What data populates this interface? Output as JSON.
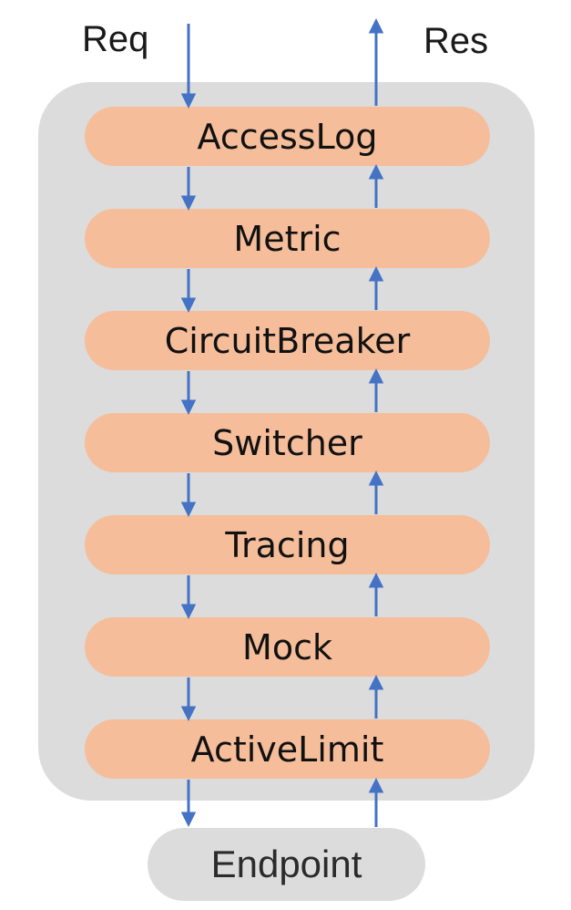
{
  "flow": {
    "request_label": "Req",
    "response_label": "Res"
  },
  "pipeline": {
    "filters": [
      "AccessLog",
      "Metric",
      "CircuitBreaker",
      "Switcher",
      "Tracing",
      "Mock",
      "ActiveLimit"
    ]
  },
  "endpoint": {
    "label": "Endpoint"
  },
  "colors": {
    "filter_fill": "#f5bd99",
    "chain_container_fill": "#dcdcdc",
    "endpoint_fill": "#dcdcdc",
    "arrow": "#4472c4",
    "label_text": "#1a1a1a"
  }
}
